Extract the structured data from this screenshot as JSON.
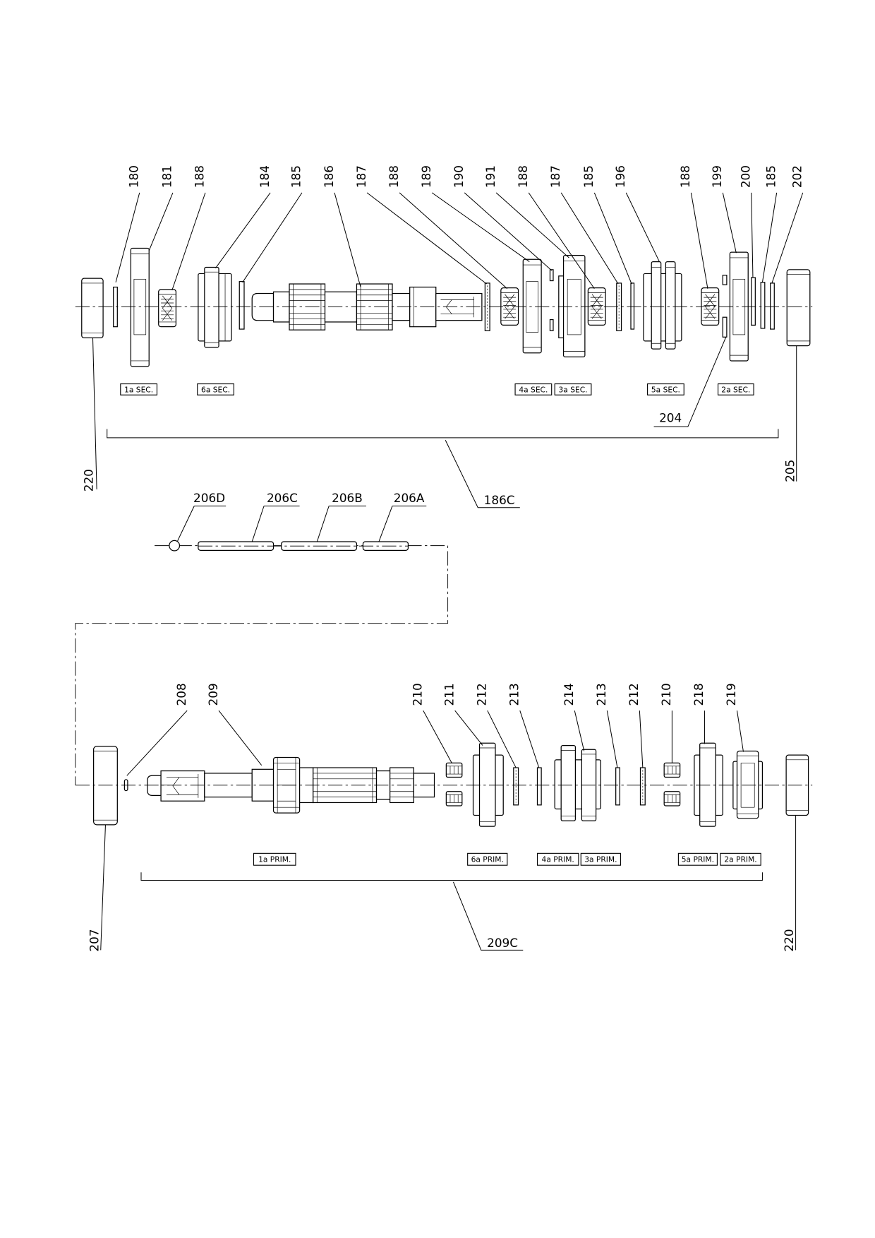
{
  "colors": {
    "line": "#000000",
    "background": "#ffffff"
  },
  "secondary_shaft": {
    "callouts": [
      "180",
      "181",
      "188",
      "184",
      "185",
      "186",
      "187",
      "188",
      "189",
      "190",
      "191",
      "188",
      "187",
      "185",
      "196",
      "188",
      "199",
      "200",
      "185",
      "202"
    ],
    "gear_labels": [
      "1a SEC.",
      "6a SEC.",
      "4a SEC.",
      "3a SEC.",
      "5a SEC.",
      "2a SEC."
    ],
    "ring_callout": "204",
    "left_bearing": "220",
    "right_bearing": "205",
    "assembly": "186C"
  },
  "selector_rod": {
    "callouts": [
      "206D",
      "206C",
      "206B",
      "206A"
    ]
  },
  "primary_shaft": {
    "callouts": [
      "208",
      "209",
      "210",
      "211",
      "212",
      "213",
      "214",
      "213",
      "212",
      "210",
      "218",
      "219"
    ],
    "gear_labels": [
      "1a PRIM.",
      "6a PRIM.",
      "4a PRIM.",
      "3a PRIM.",
      "5a PRIM.",
      "2a PRIM."
    ],
    "left_bearing": "207",
    "right_bearing": "220",
    "assembly": "209C"
  }
}
